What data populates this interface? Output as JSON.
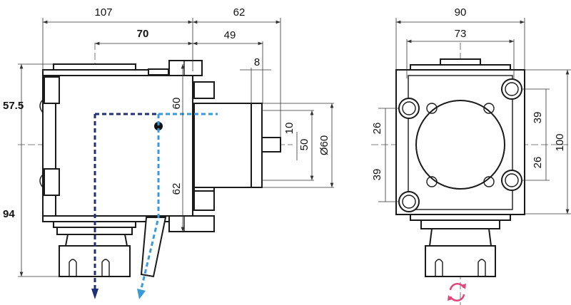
{
  "side_view": {
    "dims": {
      "overall_length": "107",
      "shaft_length": "62",
      "spindle_offset": "70",
      "housing_length": "49",
      "shaft_step": "8",
      "upper_height": "57.5",
      "lower_height": "94",
      "upper_offset": "60",
      "lower_offset": "62",
      "shaft_dia": "10",
      "pilot_dia": "50",
      "housing_dia": "Ø60"
    },
    "colors": {
      "output_path_a": "#1f2f7a",
      "output_path_b": "#3a9ad9"
    }
  },
  "front_view": {
    "dims": {
      "width": "90",
      "bolt_spacing_width": "73",
      "left_upper": "26",
      "left_lower": "39",
      "right_upper": "39",
      "right_lower": "26",
      "height": "100"
    },
    "rotation_icon": "rotate-arrows-icon",
    "rotation_color": "#e0457b"
  }
}
